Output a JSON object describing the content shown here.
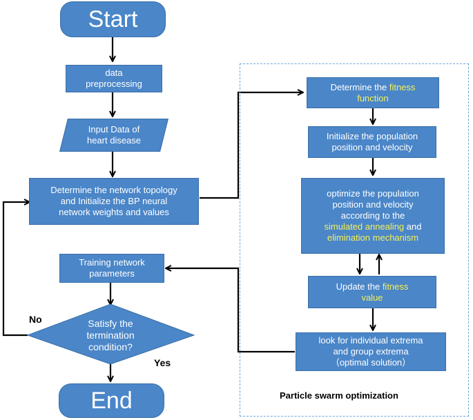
{
  "start": {
    "label": "Start"
  },
  "end": {
    "label": "End"
  },
  "steps": {
    "data_preprocessing": "data\npreprocessing",
    "input_data": "Input Data of\nheart disease",
    "network_topology": "Determine the network topology\nand Initialize the BP neural\nnetwork weights and values",
    "training": "Training network\nparameters",
    "termination": "Satisfy the\ntermination\ncondition?"
  },
  "pso": {
    "title": "Particle swarm optimization",
    "fitness_function": {
      "prefix": "Determine the ",
      "highlight1": "fitness",
      "highlight2": "function"
    },
    "init_population": "Initialize the population\nposition and velocity",
    "optimize": {
      "line1": "optimize the population",
      "line2": "position and velocity",
      "line3": "according to the",
      "highlight_sa": "simulated annealing",
      "and": " and",
      "highlight_em": "elimination mechanism"
    },
    "update_fitness": {
      "prefix": "Update the ",
      "highlight1": "fitness",
      "highlight2": "value"
    },
    "extrema": "look for individual extrema\nand group extrema\n（optimal solution）"
  },
  "branch_labels": {
    "no": "No",
    "yes": "Yes"
  },
  "colors": {
    "box_fill": "#4a86c8",
    "highlight": "#f5f05a",
    "dashed_border": "#6fa6d8",
    "arrow": "#000000"
  }
}
